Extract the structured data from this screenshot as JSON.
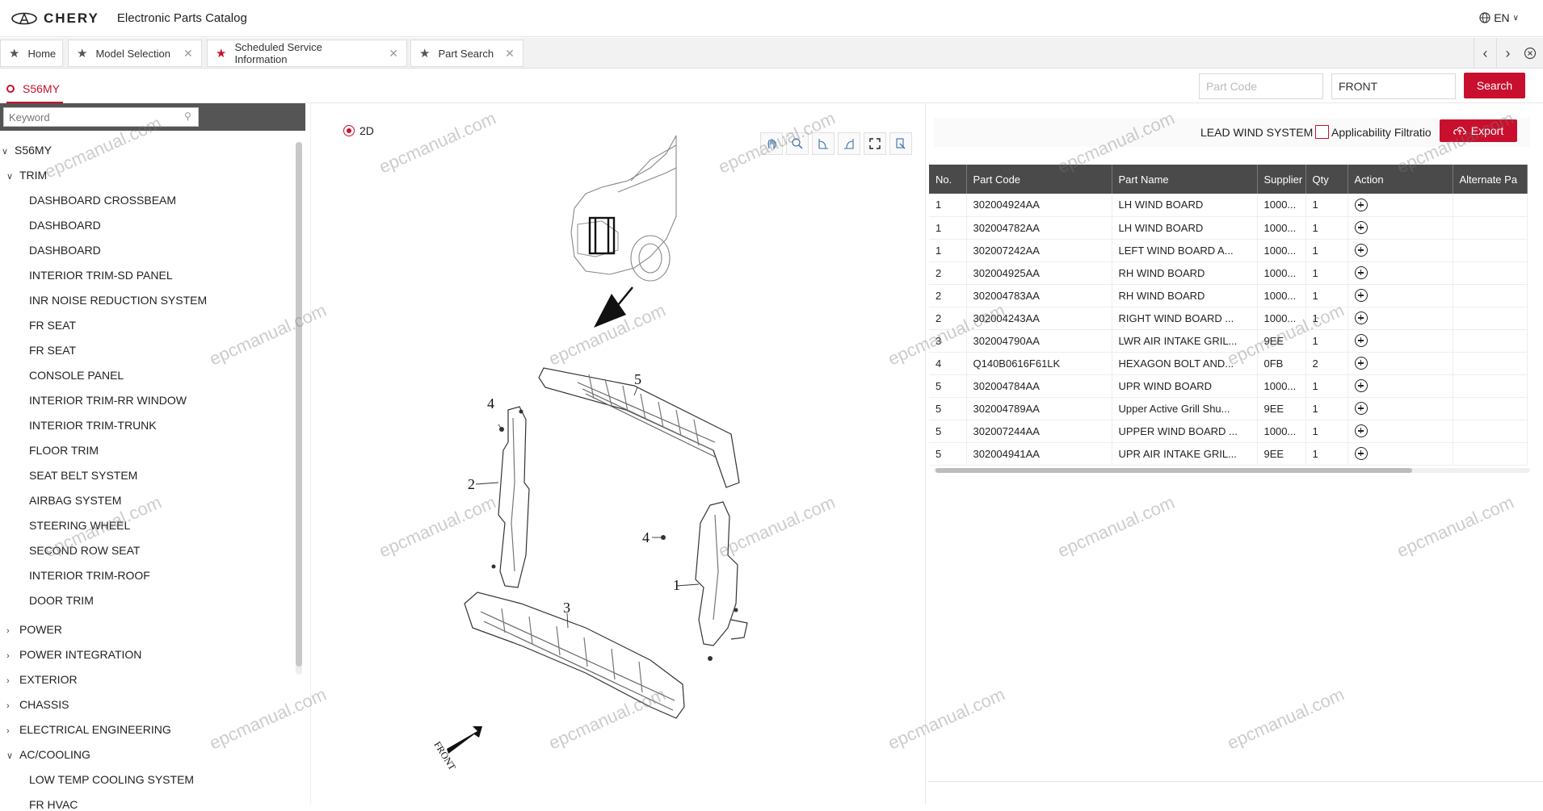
{
  "header": {
    "brand": "CHERY",
    "app_title": "Electronic Parts Catalog",
    "language": "EN"
  },
  "tabs": [
    {
      "label": "Home",
      "star": "gray",
      "closable": false
    },
    {
      "label": "Model Selection",
      "star": "gray",
      "closable": true
    },
    {
      "label": "Scheduled Service Information",
      "star": "red",
      "closable": true
    },
    {
      "label": "Part Search",
      "star": "gray",
      "closable": true
    }
  ],
  "model_tab": "S56MY",
  "search": {
    "part_code_placeholder": "Part Code",
    "keyword_value": "FRONT",
    "button": "Search"
  },
  "sidebar": {
    "keyword_placeholder": "Keyword",
    "root": "S56MY",
    "groups": [
      {
        "label": "TRIM",
        "expanded": true,
        "children": [
          "DASHBOARD CROSSBEAM",
          "DASHBOARD",
          "DASHBOARD",
          "INTERIOR TRIM-SD PANEL",
          "INR NOISE REDUCTION SYSTEM",
          "FR SEAT",
          "FR SEAT",
          "CONSOLE PANEL",
          "INTERIOR TRIM-RR WINDOW",
          "INTERIOR TRIM-TRUNK",
          "FLOOR TRIM",
          "SEAT BELT SYSTEM",
          "AIRBAG SYSTEM",
          "STEERING WHEEL",
          "SECOND ROW SEAT",
          "INTERIOR TRIM-ROOF",
          "DOOR TRIM"
        ]
      },
      {
        "label": "POWER",
        "expanded": false,
        "children": []
      },
      {
        "label": "POWER INTEGRATION",
        "expanded": false,
        "children": []
      },
      {
        "label": "EXTERIOR",
        "expanded": false,
        "children": []
      },
      {
        "label": "CHASSIS",
        "expanded": false,
        "children": []
      },
      {
        "label": "ELECTRICAL ENGINEERING",
        "expanded": false,
        "children": []
      },
      {
        "label": "AC/COOLING",
        "expanded": true,
        "children": [
          "LOW TEMP COOLING SYSTEM",
          "FR HVAC"
        ]
      }
    ]
  },
  "diagram": {
    "view_mode": "2D",
    "callouts": [
      "1",
      "2",
      "3",
      "4",
      "4",
      "5"
    ],
    "front_label": "FRONT"
  },
  "panel": {
    "assembly_name": "LEAD WIND SYSTEM",
    "filter_label": "Applicability Filtratio",
    "export_label": "Export",
    "columns": [
      "No.",
      "Part Code",
      "Part Name",
      "Supplier",
      "Qty",
      "Action",
      "Alternate Pa"
    ],
    "rows": [
      [
        "1",
        "302004924AA",
        "LH WIND BOARD",
        "1000...",
        "1"
      ],
      [
        "1",
        "302004782AA",
        "LH WIND BOARD",
        "1000...",
        "1"
      ],
      [
        "1",
        "302007242AA",
        "LEFT WIND BOARD A...",
        "1000...",
        "1"
      ],
      [
        "2",
        "302004925AA",
        "RH WIND BOARD",
        "1000...",
        "1"
      ],
      [
        "2",
        "302004783AA",
        "RH WIND BOARD",
        "1000...",
        "1"
      ],
      [
        "2",
        "302004243AA",
        "RIGHT WIND BOARD ...",
        "1000...",
        "1"
      ],
      [
        "3",
        "302004790AA",
        "LWR AIR INTAKE GRIL...",
        "9EE",
        "1"
      ],
      [
        "4",
        "Q140B0616F61LK",
        "HEXAGON BOLT AND...",
        "0FB",
        "2"
      ],
      [
        "5",
        "302004784AA",
        "UPR WIND BOARD",
        "1000...",
        "1"
      ],
      [
        "5",
        "302004789AA",
        "Upper Active Grill Shu...",
        "9EE",
        "1"
      ],
      [
        "5",
        "302007244AA",
        "UPPER WIND BOARD ...",
        "1000...",
        "1"
      ],
      [
        "5",
        "302004941AA",
        "UPR AIR INTAKE GRIL...",
        "9EE",
        "1"
      ]
    ]
  },
  "watermark": "epcmanual.com",
  "colors": {
    "accent": "#c8102e",
    "header_dark": "#4a4a4a"
  }
}
